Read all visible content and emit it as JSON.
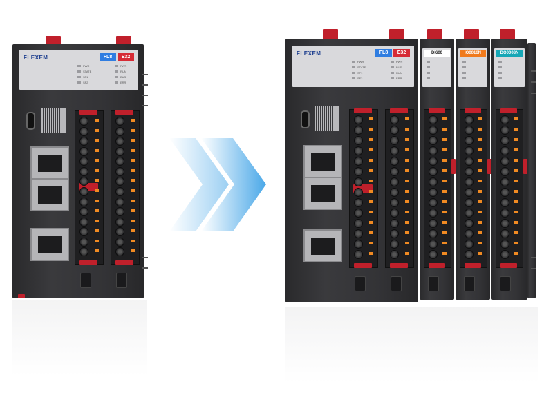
{
  "left_device": {
    "brand": "FLEXEM",
    "model_tags": [
      "FL8",
      "E32"
    ],
    "leds_col1": [
      "PWR",
      "STATE",
      "SF1",
      "SF2"
    ],
    "leds_col2": [
      "PWR",
      "RUN",
      "BUS",
      "ERR"
    ]
  },
  "right_device": {
    "brand": "FLEXEM",
    "model_tags": [
      "FL8",
      "E32"
    ],
    "leds_col1": [
      "PWR",
      "STATE",
      "SF1",
      "SF2"
    ],
    "leds_col2": [
      "PWR",
      "BUS",
      "RUN",
      "ERR"
    ],
    "modules": [
      {
        "label": "DI600",
        "color": "#ffffff",
        "text_color": "#222"
      },
      {
        "label": "IO0016N",
        "color": "#f07a1c",
        "text_color": "#fff"
      },
      {
        "label": "DO0008N",
        "color": "#16a7b6",
        "text_color": "#fff"
      }
    ]
  },
  "colors": {
    "brand_blue": "#1e3f8f",
    "tag_blue": "#2f7de1",
    "tag_red": "#d62b35",
    "terminal_orange": "#f08a22",
    "arrow_blue": "#4aa8e8"
  }
}
